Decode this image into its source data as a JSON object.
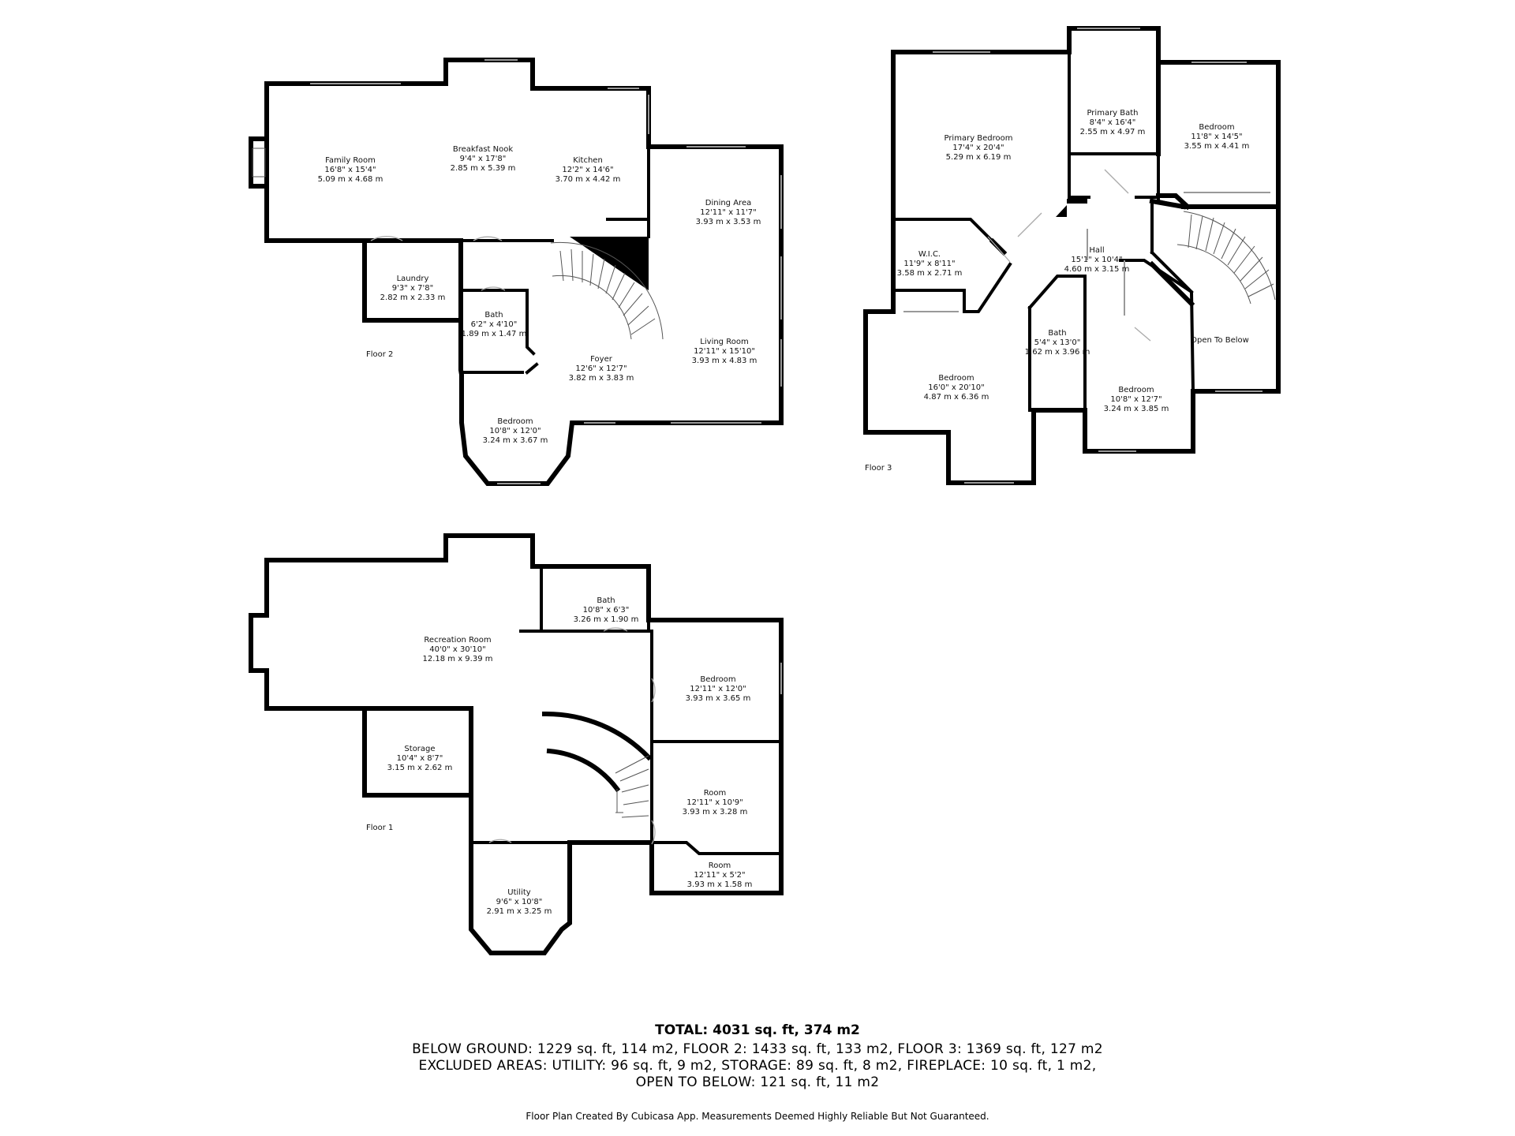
{
  "floors": {
    "floor2": {
      "label": "Floor 2",
      "rooms": [
        {
          "name": "Family Room",
          "imperial": "16'8\" x 15'4\"",
          "metric": "5.09 m x 4.68 m"
        },
        {
          "name": "Breakfast Nook",
          "imperial": "9'4\" x 17'8\"",
          "metric": "2.85 m x 5.39 m"
        },
        {
          "name": "Kitchen",
          "imperial": "12'2\" x 14'6\"",
          "metric": "3.70 m x 4.42 m"
        },
        {
          "name": "Dining Area",
          "imperial": "12'11\" x 11'7\"",
          "metric": "3.93 m x 3.53 m"
        },
        {
          "name": "Laundry",
          "imperial": "9'3\" x 7'8\"",
          "metric": "2.82 m x 2.33 m"
        },
        {
          "name": "Bath",
          "imperial": "6'2\" x 4'10\"",
          "metric": "1.89 m x 1.47 m"
        },
        {
          "name": "Foyer",
          "imperial": "12'6\" x 12'7\"",
          "metric": "3.82 m x 3.83 m"
        },
        {
          "name": "Living Room",
          "imperial": "12'11\" x 15'10\"",
          "metric": "3.93 m x 4.83 m"
        },
        {
          "name": "Bedroom",
          "imperial": "10'8\" x 12'0\"",
          "metric": "3.24 m x 3.67 m"
        }
      ]
    },
    "floor3": {
      "label": "Floor 3",
      "rooms": [
        {
          "name": "Primary Bedroom",
          "imperial": "17'4\" x 20'4\"",
          "metric": "5.29 m x 6.19 m"
        },
        {
          "name": "Primary Bath",
          "imperial": "8'4\" x 16'4\"",
          "metric": "2.55 m x 4.97 m"
        },
        {
          "name": "Bedroom",
          "imperial": "11'8\" x 14'5\"",
          "metric": "3.55 m x 4.41 m"
        },
        {
          "name": "W.I.C.",
          "imperial": "11'9\" x 8'11\"",
          "metric": "3.58 m x 2.71 m"
        },
        {
          "name": "Hall",
          "imperial": "15'1\" x 10'4\"",
          "metric": "4.60 m x 3.15 m"
        },
        {
          "name": "Bath",
          "imperial": "5'4\" x 13'0\"",
          "metric": "1.62 m x 3.96 m"
        },
        {
          "name": "Open To Below",
          "imperial": "",
          "metric": ""
        },
        {
          "name": "Bedroom",
          "imperial": "16'0\" x 20'10\"",
          "metric": "4.87 m x 6.36 m"
        },
        {
          "name": "Bedroom",
          "imperial": "10'8\" x 12'7\"",
          "metric": "3.24 m x 3.85 m"
        }
      ]
    },
    "floor1": {
      "label": "Floor 1",
      "rooms": [
        {
          "name": "Bath",
          "imperial": "10'8\" x 6'3\"",
          "metric": "3.26 m x 1.90 m"
        },
        {
          "name": "Recreation Room",
          "imperial": "40'0\" x 30'10\"",
          "metric": "12.18 m x 9.39 m"
        },
        {
          "name": "Bedroom",
          "imperial": "12'11\" x 12'0\"",
          "metric": "3.93 m x 3.65 m"
        },
        {
          "name": "Storage",
          "imperial": "10'4\" x 8'7\"",
          "metric": "3.15 m x 2.62 m"
        },
        {
          "name": "Room",
          "imperial": "12'11\" x 10'9\"",
          "metric": "3.93 m x 3.28 m"
        },
        {
          "name": "Room",
          "imperial": "12'11\" x 5'2\"",
          "metric": "3.93 m x 1.58 m"
        },
        {
          "name": "Utility",
          "imperial": "9'6\" x 10'8\"",
          "metric": "2.91 m x 3.25 m"
        }
      ]
    }
  },
  "summary": {
    "total_label": "TOTAL:",
    "total_value": "4031 sq. ft, 374 m2",
    "line1": "BELOW GROUND: 1229 sq. ft, 114 m2, FLOOR 2: 1433 sq. ft, 133 m2, FLOOR 3: 1369 sq. ft, 127 m2",
    "line2": "EXCLUDED AREAS: UTILITY: 96 sq. ft, 9 m2, STORAGE: 89 sq. ft, 8 m2, FIREPLACE: 10 sq. ft, 1 m2,",
    "line3": "OPEN TO BELOW: 121 sq. ft, 11 m2"
  },
  "credit": "Floor Plan Created By Cubicasa App. Measurements Deemed Highly Reliable But Not Guaranteed."
}
